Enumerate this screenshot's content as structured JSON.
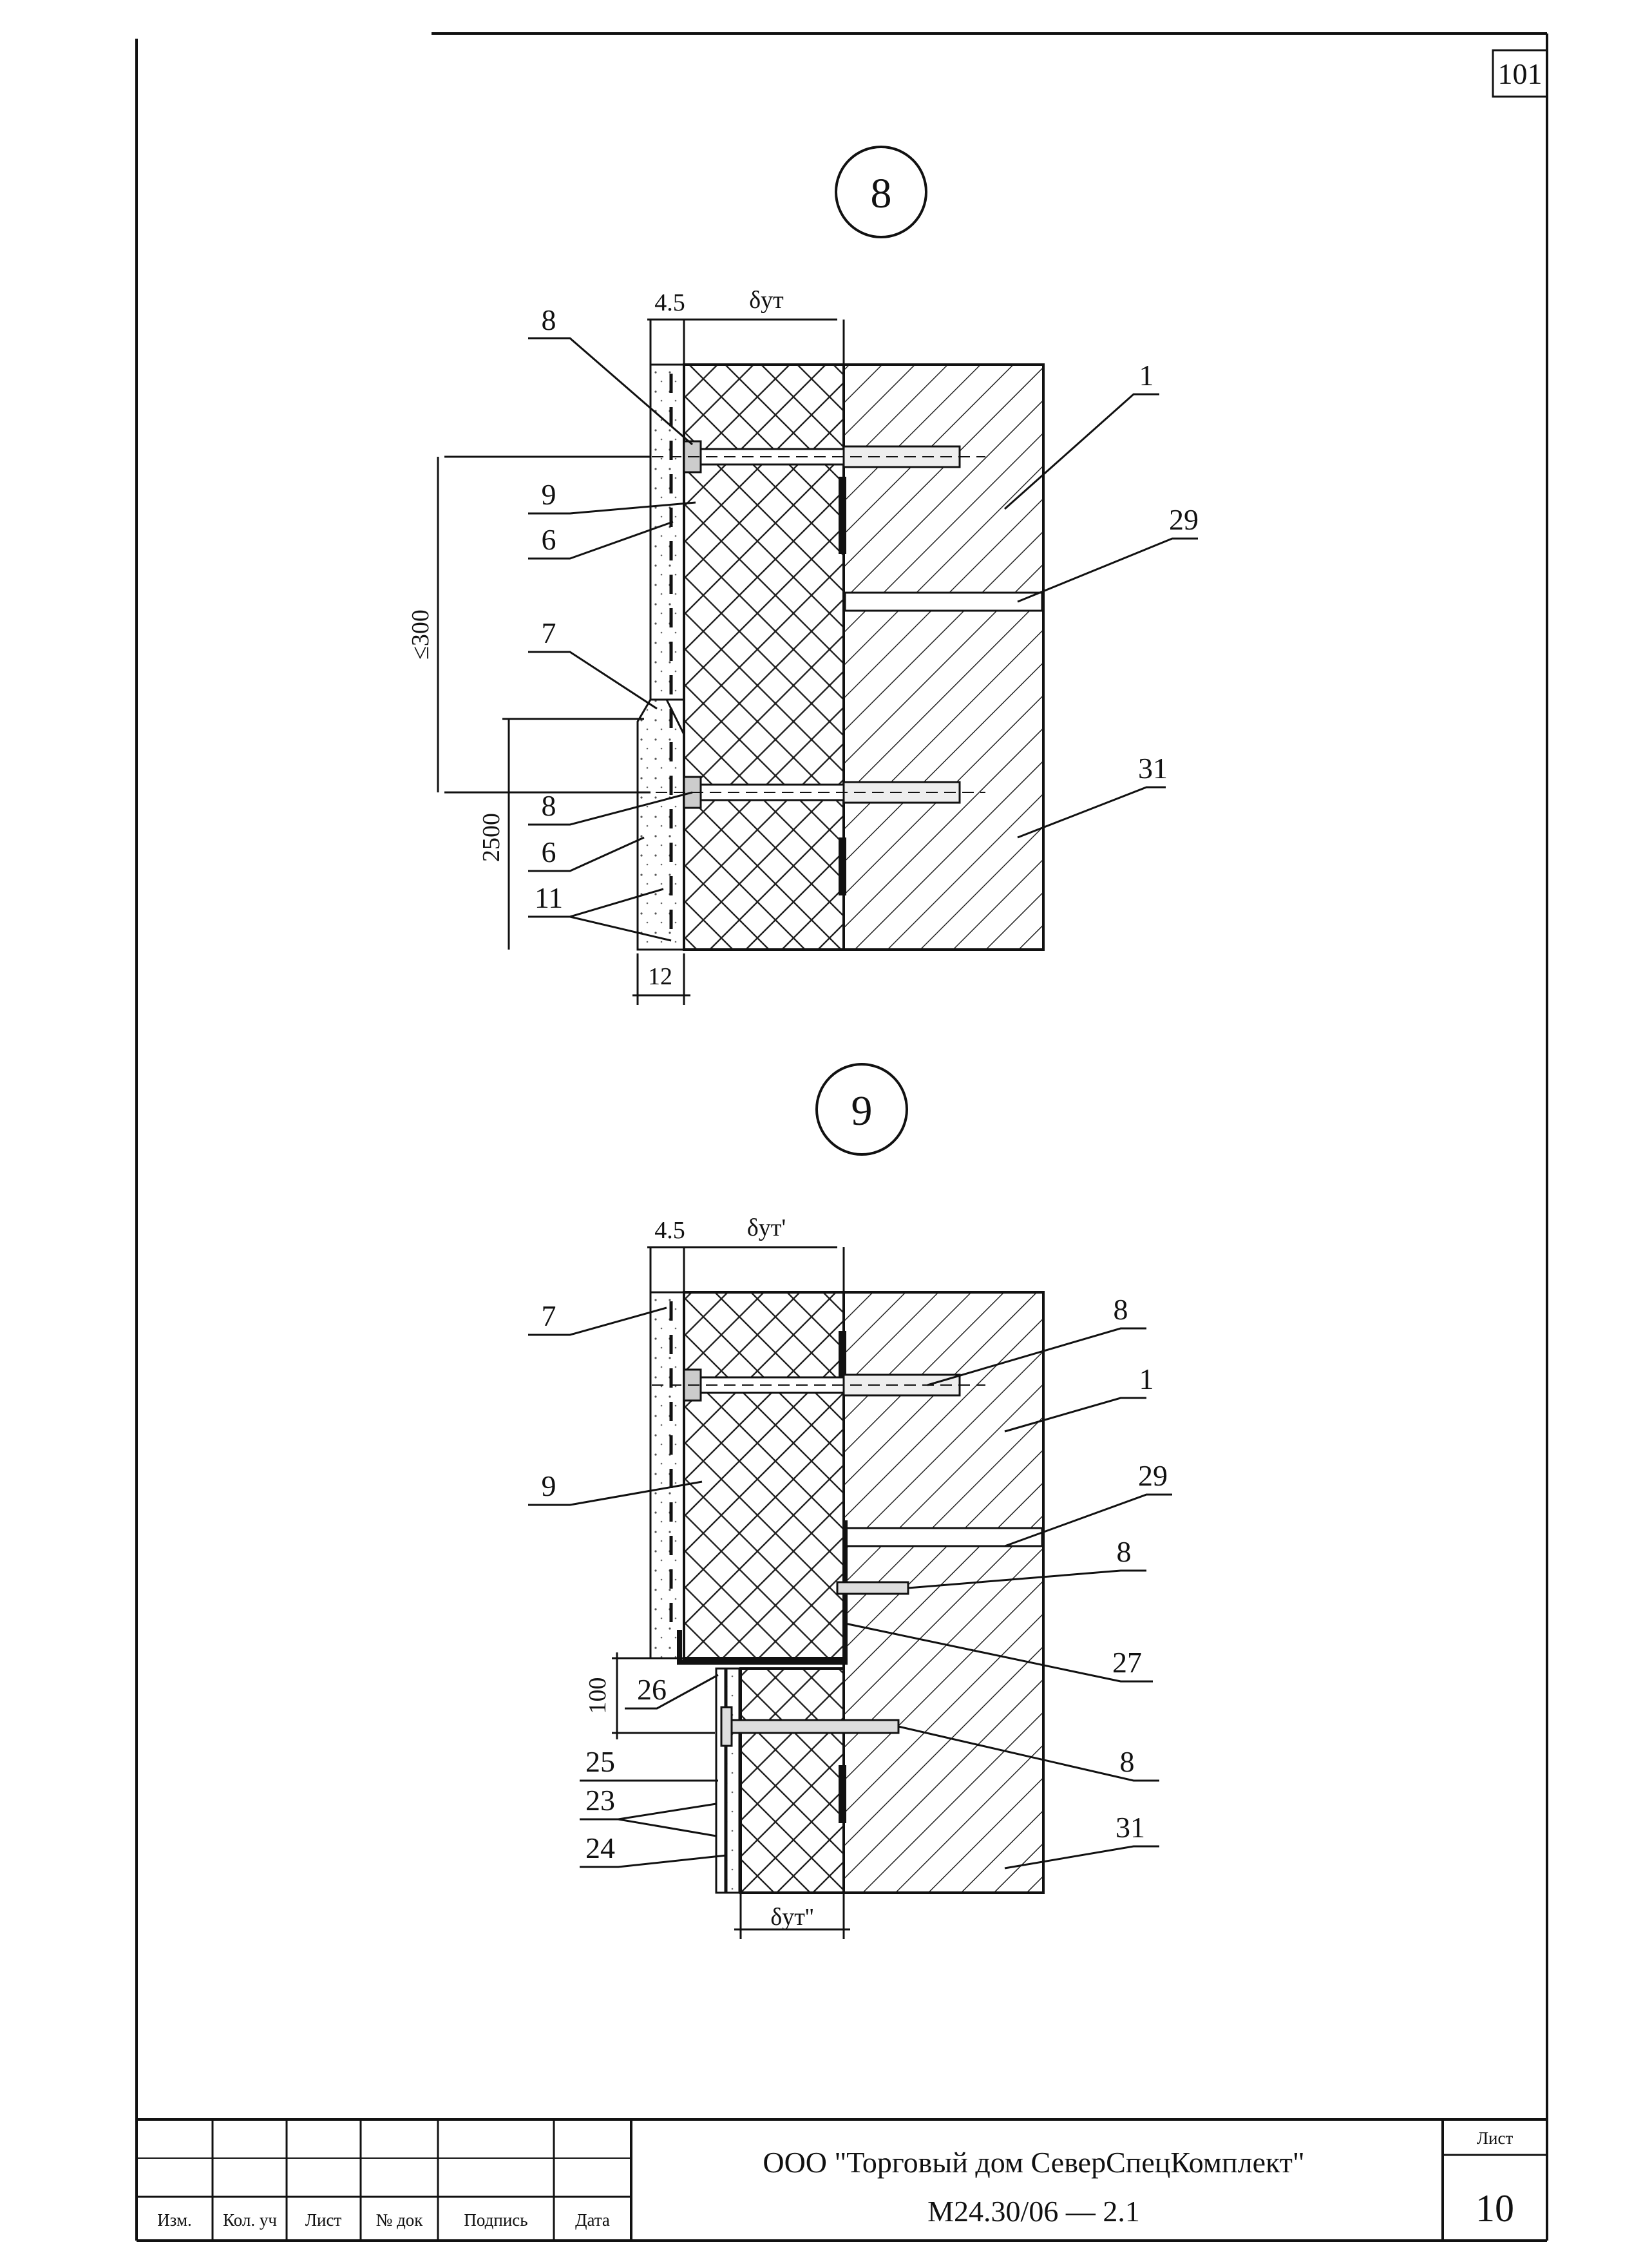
{
  "sheet_corner_number": "101",
  "detail_8": {
    "marker": "8",
    "dims": {
      "top": "4.5",
      "insulation": "δут",
      "spacing": "≤300",
      "height": "2500",
      "bottom": "12"
    },
    "callouts": [
      "8",
      "9",
      "6",
      "7",
      "8",
      "6",
      "11",
      "1",
      "29",
      "31"
    ]
  },
  "detail_9": {
    "marker": "9",
    "dims": {
      "top": "4.5",
      "insulation_upper": "δут'",
      "height": "100",
      "insulation_lower": "δут''"
    },
    "callouts": [
      "7",
      "9",
      "26",
      "25",
      "23",
      "24",
      "8",
      "1",
      "29",
      "8",
      "27",
      "8",
      "31"
    ]
  },
  "title_block": {
    "headers": [
      "Изм.",
      "Кол. уч",
      "Лист",
      "№ док",
      "Подпись",
      "Дата"
    ],
    "company": "ООО \"Торговый дом СеверСпецКомплект\"",
    "doc_code": "М24.30/06 — 2.1",
    "sheet_label": "Лист",
    "sheet_number": "10"
  }
}
